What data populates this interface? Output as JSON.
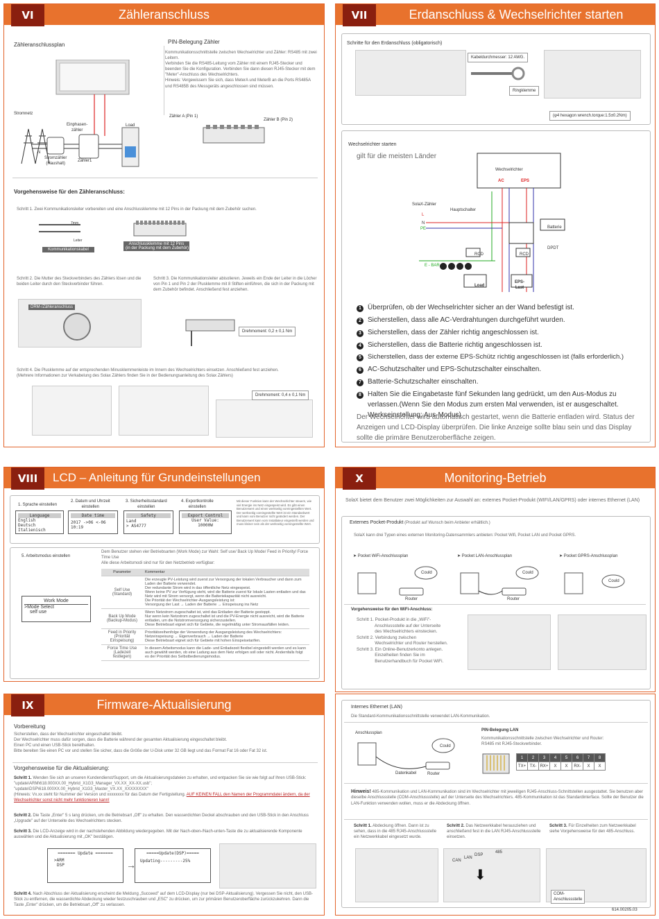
{
  "doc_id": "614.00205.03",
  "p6": {
    "num": "VI",
    "title": "Zähleranschluss",
    "plan_title": "Zähleranschlussplan",
    "pin_title": "PIN-Belegung Zähler",
    "pin_text": "Kommunikationsschnittstelle zwischen Wechselrichter und Zähler: RS485 mit zwei Leitern.\nVerbinden Sie die RS485-Leitung vom Zähler mit einem RJ45-Stecker und beenden Sie die Konfiguration. Verbinden Sie dann diesen RJ45-Stecker mit dem \"Meter\"-Anschluss des Wechselrichters.\nHinweis: Vergewissern Sie sich, dass MeterA und MeterB an die Ports RS485A und RS485B des Messgeräts angeschlossen sind müssen.",
    "grid": "Stromnetz",
    "single_meter": "Einphasen-\nzähler",
    "load": "Load",
    "n": "N",
    "meter_grid": "Stromzähler\n(Haushalt)",
    "meter1": "Zähler1",
    "pin_a": "Zähler A (Pin 1)",
    "pin_b": "Zähler B (Pin 2)",
    "proc_title": "Vorgehensweise für den Zähleranschluss:",
    "step1": "Schritt 1. Zwei Kommunikationsleiter vorbereiten und eine Anschlussklemme mit 12 Pins in der Packung mit dem Zubehör suchen.",
    "len_label": "7mm",
    "conductor": "Leiter",
    "cable_label": "Kommunikationskabel",
    "terminal_label": "Anschlussklemme mit 12 Pins\n(in der Packung mit dem Zubehör)",
    "step2": "Schritt 2. Die Mutter des Steckverbinders des Zählers lösen und die beiden Leiter durch den Steckverbinder führen.",
    "drm_label": "DRM-/Zähleranschluss",
    "step3": "Schritt 3. Die Kommunikationsleiter abisolieren. Jeweils ein Ende der Leiter in die Löcher von Pin 1 und Pin 2 der Plusklemme mit 8 Stiften einführen, die sich in der Packung mit dem Zubehör befindet. Anschließend fest anziehen.",
    "torque1": "Drehmoment: 0,2 ± 0,1 Nm",
    "step4": "Schritt 4. Die Plusklemme auf der entsprechenden Minusklemmenleiste im Innern des Wechselrichters einsetzen. Anschließend fest anziehen.\n(Mehrere Informationen zur Verkabelung des Solax Zählers finden Sie in der Bedienungsanleitung des Solax Zählers)",
    "torque2": "Drehmoment: 0,4 ± 0,1 Nm"
  },
  "p7": {
    "num": "VII",
    "title": "Erdanschluss & Wechselrichter starten",
    "earth_steps": "Schritte für den Erdanschluss (obligatorisch)",
    "cable_d": "Kabeldurchmesser: 12 AWG.",
    "ring": "Ringklemme",
    "torque": "(φ4 hexagon wrench.torque:1.5±0.2Nm)",
    "start_title": "Wechselrichter starten",
    "applies": "gilt für die meisten Länder",
    "inverter": "Wechselrichter",
    "ac": "AC",
    "eps": "EPS",
    "battery": "Batterie",
    "dpdt": "DPDT",
    "meter": "SolaX-Zähler",
    "main_switch": "Hauptschalter",
    "rcd": "RCD",
    "ebar": "E - BAR",
    "load": "Load",
    "eps_load": "EPS-\nLast",
    "l": "L",
    "n": "N",
    "e": "E",
    "pe": "PE",
    "checks": [
      "Überprüfen, ob der Wechselrichter sicher an der Wand befestigt ist.",
      "Sicherstellen, dass alle AC-Verdrahtungen durchgeführt wurden.",
      "Sicherstellen, dass der Zähler richtig angeschlossen ist.",
      "Sicherstellen, dass die Batterie richtig angeschlossen ist.",
      "Sicherstellen, dass der externe EPS-Schütz richtig angeschlossen ist (falls erforderlich.)",
      "AC-Schutzschalter und EPS-Schutzschalter einschalten.",
      "Batterie-Schutzschalter einschalten.",
      "Halten Sie die Eingabetaste fünf Sekunden lang gedrückt, um den Aus-Modus zu verlassen.(Wenn Sie den Modus zum ersten Mal verwenden, ist er ausgeschaltet. Werkseinstellung: Aus-Modus)"
    ],
    "final": "Der Wechselrichter wird automatisch gestartet, wenn die Batterie entladen wird. Status der Anzeigen und LCD-Display überprüfen. Die linke Anzeige sollte blau sein und das Display sollte die primäre Benutzeroberfläche zeigen."
  },
  "p8": {
    "num": "VIII",
    "title": "LCD – Anleitung für Grundeinstellungen",
    "s1": "1. Sprache einstellen",
    "s1_head": "Language",
    "s1_items": [
      "English",
      "Deutsch",
      "Italienisch"
    ],
    "s2": "2. Datum und Uhrzeit\neinstellen",
    "s2_head": "Date time",
    "s2_val": "2017 ->06 <-06\n10:19",
    "s3": "3. Sicherheitsstandard\neinstellen",
    "s3_head": "Safety",
    "s3_val": "Land\n> AS4777",
    "s4": "4. Exportkontrolle\neinstellen",
    "s4_head": "Export Control",
    "s4_val": "User Value:\n10000W",
    "s4_note": "Mit dieser Funktion kann der Wechselrichter steuern, wie viel Energie ins Netz eingespeist wird. Es gibt einen Benutzerwert und einen werkseitig voreingestellten Wert. Der werkseitig voreingestellte Wert ist ein Standardwert und kann vom Benutzer nicht geändert werden. Der Benutzerwert kann vom Installateur eingestellt werden und muss kleiner sein als der werkseitig voreingestellte Wert.",
    "s5": "5. Arbeitsmodus einstellen",
    "wm_head": "Work Mode",
    "wm_sel": ">Mode Select",
    "wm_opt": "self use",
    "s5_intro": "Dem Benutzer stehen vier Betriebsarten (Work Mode) zur Wahl: Self use/ Back Up Mode/ Feed in Priority/ Force Time Use\nAlle diese Arbeitsmodi sind nur für den Netzbetrieb verfügbar:",
    "col1": "Parameter",
    "col2": "Kommentar",
    "rows": [
      [
        "Self Use\n(Standard)",
        "Die erzeugte PV-Leistung wird zuerst zur Versorgung der lokalen Verbraucher und dann zum Laden der Batterie verwendet.\nDer redundante Strom wird in das öffentliche Netz eingespeist.\nWenn keine PV zur Verfügung steht, wird die Batterie zuerst für lokale Lasten entladen und das Netz wird mit Strom versorgt, wenn die Batteriekapazität nicht ausreicht.\nDie Priorität der Wechselrichter-Ausgangsleistung ist:\nVersorgung der Last → Laden der Batterie → Einspeisung ins Netz"
      ],
      [
        "Back Up Mode\n(Backup-Modus)",
        "Wenn Netzstrom zugeschaltet ist, wird das Entladen der Batterie gestoppt.\nNur wenn kein Netzstrom zugeschaltet ist und die PV-Energie nicht ausreicht, wird die Batterie entladen, um die Notstromversorgung sicherzustellen.\nDiese Betriebsart eignet sich für Gebiete, die regelmäßig unter Stromausfällen leiden."
      ],
      [
        "Feed in Priority\n(Priorität\nEinspeisung)",
        "Prioritätsreihenfolge der Verwendung der Ausgangsleistung des Wechselrichters:\nNetzeinspeisung → Eigenverbrauch → Laden der Batterie\nDiese Betriebsart eignet sich für Gebiete mit hohen Einspeisetarifen."
      ],
      [
        "Force Time Use\n(Ladezeit\nfestlegen)",
        "In diesem Arbeitsmodus kann die Lade- und Entladezeit flexibel eingestellt werden und es kann auch gewählt werden, ob eine Ladung aus dem Netz erfolgen soll oder nicht. Andernfalls folgt es der Priorität des Selbstbedienungsmodus."
      ]
    ]
  },
  "p9": {
    "num": "IX",
    "title": "Firmware-Aktualisierung",
    "prep_title": "Vorbereitung",
    "prep": "Sicherstellen, dass der Wechselrichter eingeschaltet bleibt.\nDer Wechselrichter muss dafür sorgen, dass die Batterie während der gesamten Aktualisierung eingeschaltet bleibt.\nEinen PC und einen USB-Stick bereithalten.\nBitte bereiten Sie einen PC vor und stellen Sie sicher, dass die Größe der U-Disk unter 32 GB liegt und das Format Fat 16 oder Fat 32 ist.",
    "proc_title": "Vorgehensweise für die Aktualisierung:",
    "s1a": "Schritt 1.",
    "s1": " Wenden Sie sich an unseren Kundendienst/Support, um die Aktualisierungsdateien zu erhalten, und entpacken Sie sie wie folgt auf Ihren USB-Stick:",
    "s1_files": "\"update\\ARM\\618.000XX.00_Hybrid_X1G3_Manager_VX.XX_XX-XX.usb\";\n\"update\\DSP\\618.000XX.00_Hybrid_X1G3_Master_VX.XX_XXXXXXXX\"",
    "s1_note": "(Hinweis: Vx.xx steht für Nummer der Version und xxxxxxxx für das Datum der Fertigstellung. ",
    "s1_warn": "AUF KEINEN FALL den Namen der Programmdatei ändern, da der Wechselrichter sonst nicht mehr funktionieren kann!",
    "s2a": "Schritt 2.",
    "s2": " Die Taste „Enter\" 5 s lang drücken, um die Betriebsart „Off\" zu erhalten. Den wasserdichten Deckel abschrauben und den USB-Stick in den Anschluss „Upgrade\" auf der Unterseite des Wechselrichters stecken.",
    "s3a": "Schritt 3.",
    "s3": " Die LCD-Anzeige wird in der nachstehenden Abbildung wiedergegeben. Mit der Nach-oben-/Nach-unten-Taste die zu aktualisierende Komponente auswählen und die Aktualisierung mit „OK\" bestätigen.",
    "lcd1_head": "======= Update =======",
    "lcd1_l1": ">ARM",
    "lcd1_l2": "DSP",
    "lcd2_head": "=====Update(DSP)=====",
    "lcd2_l1": "Updating---------25%",
    "s4a": "Schritt 4.",
    "s4": " Nach Abschluss der Aktualisierung erscheint die Meldung „Succeed\" auf dem LCD-Display (nur bei DSP-Aktualisierung). Vergessen Sie nicht, den USB-Stick zu entfernen, die wasserdichte Abdeckung wieder festzuschrauben und „ESC\" zu drücken, um zur primären Benutzeroberfläche zurückzukehren. Dann die Taste „Enter\" drücken, um die Betriebsart „Off\" zu verlassen."
  },
  "p10": {
    "num": "X",
    "title": "Monitoring-Betrieb",
    "intro": "SolaX bietet dem Benutzer zwei Möglichkeiten zur Auswahl an: externes Pocket-Produkt (WIFI/LAN/GPRS) oder internes Ethernet (LAN)",
    "ext_title": "Externes Pocket-Produkt",
    "ext_sub": " (Produkt auf Wunsch beim Anbieter erhältlich.)",
    "ext_text": "SolaX kann drei Typen eines externen Monitoring-Datensammlers anbieten: Pocket Wifi, Pocket LAN und Pocket GPRS.",
    "plans": [
      "Pocket WiFi-Anschlussplan",
      "Pocket LAN-Anschlussplan",
      "Pocket GPRS-Anschlussplan"
    ],
    "cloud": "Could",
    "router": "Router",
    "wifi_title": "Vorgehensweise für den WiFi-Anschluss:",
    "wifi_steps": "Schritt 1. Pocket-Produkt in die „WiFi\"-\n               Anschlussstelle auf der Unterseite\n               des Wechselrichters einstecken.\nSchritt 2. Verbindung zwischen\n               Wechselrichter und Router herstellen.\nSchritt 3. Ein Online-Benutzerkonto anlegen.\n               Einzelheiten finden Sie im\n               Benutzerhandbuch für Pocket WiFi.",
    "lan_title": "Internes Ethernet (LAN)",
    "lan_text": "Die Standard-Kommunikationsschnittstelle verwendet LAN-Kommunikation.",
    "plan": "Anschlussplan",
    "data_cable": "Datenkabel",
    "pin_lan": "PIN-Belegung LAN",
    "pin_lan_text": "Kommunikationsschnittstelle zwischen Wechselrichter und Router:\nRS485 mit RJ45-Steckverbinder.",
    "pins": [
      "1",
      "2",
      "3",
      "4",
      "5",
      "6",
      "7",
      "8"
    ],
    "sig": [
      "TX+",
      "TX-",
      "RX+",
      "X",
      "X",
      "RX-",
      "X",
      "X"
    ],
    "note_a": "Hinweis!",
    "note": "485-Kommunikation und LAN-Kommunikation sind im Wechselrichter mit jeweiligen RJ45-Anschluss-Schnittstellen ausgestattet. Sie benutzen aber dieselbe Anschlussstelle (COM-Anschlussstelle) auf der Unterseite des Wechselrichters. 485-Kommunikation ist das Standardinterface. Sollte der Benutzer die LAN-Funktion verwenden wollen, muss er die Abdeckung öffnen.",
    "ls1a": "Schritt 1.",
    "ls1": " Abdeckung öffnen. Dann ist zu sehen, dass in die 485 RJ45-Anschlussstelle ein Netzwerkkabel eingesetzt wurde.",
    "ls2a": "Schritt 2.",
    "ls2": " Das Netzwerkkabel herausziehen und anschließend fest in die LAN RJ45-Anschlussstelle einsetzen.",
    "ls3a": "Schritt 3.",
    "ls3": " Für Einzelheiten zum Netzwerkkabel siehe Vorgehensweise für den 485-Anschluss.",
    "com": "COM-\nAnschlussstelle",
    "can": "CAN",
    "lan": "LAN",
    "dsp": "DSP",
    "n485": "485"
  }
}
